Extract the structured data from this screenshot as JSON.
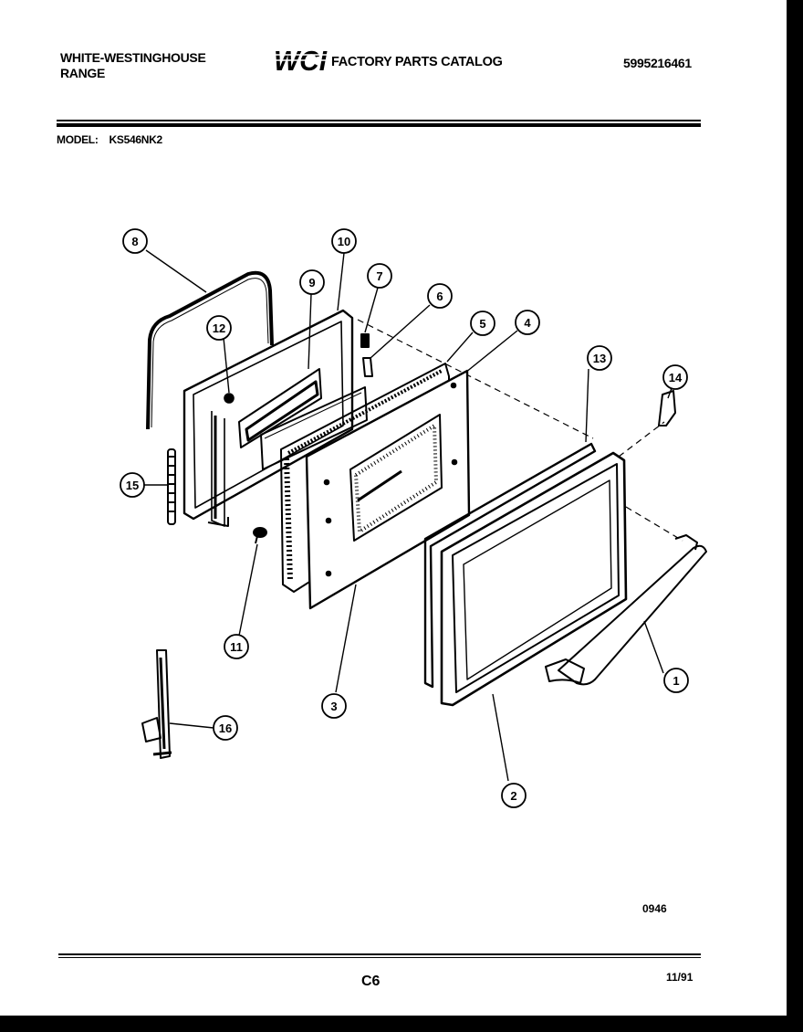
{
  "header": {
    "brand_line1": "WHITE-WESTINGHOUSE",
    "brand_line2": "RANGE",
    "logo_text": "WCI",
    "catalog_title": "FACTORY PARTS CATALOG",
    "catalog_number": "5995216461",
    "model_label": "MODEL:",
    "model_value": "KS546NK2"
  },
  "footer": {
    "figure_number": "0946",
    "page": "C6",
    "date": "11/91"
  },
  "callouts": [
    "1",
    "2",
    "3",
    "4",
    "5",
    "6",
    "7",
    "8",
    "9",
    "10",
    "11",
    "12",
    "13",
    "14",
    "15",
    "16"
  ]
}
